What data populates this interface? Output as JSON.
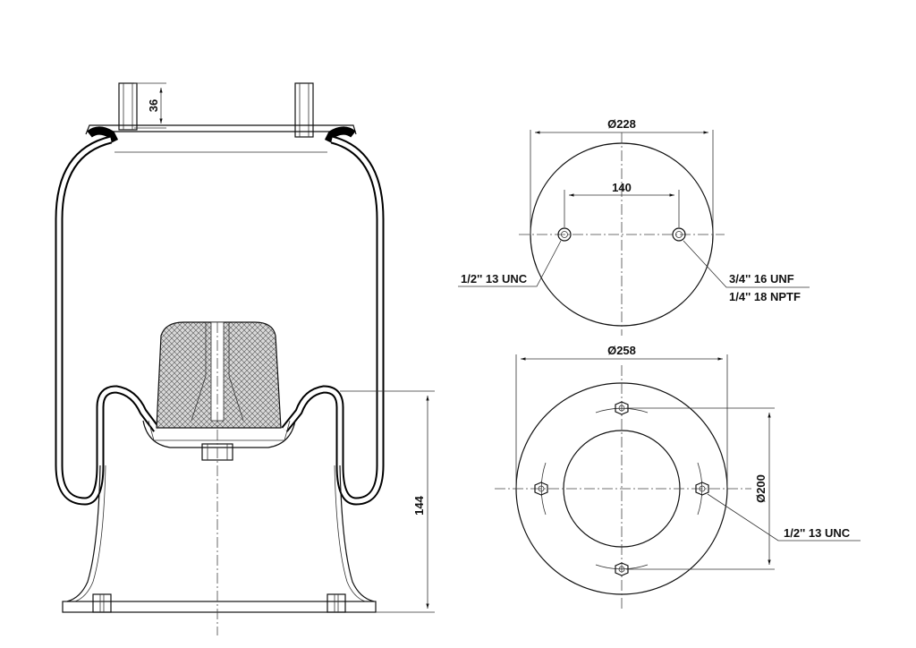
{
  "side_view": {
    "stud_height": "36",
    "piston_height": "144"
  },
  "top_plate": {
    "diameter": "Ø228",
    "stud_spacing": "140",
    "left_thread": "1/2'' 13 UNC",
    "right_thread_1": "3/4'' 16 UNF",
    "right_thread_2": "1/4'' 18 NPTF"
  },
  "bottom_plate": {
    "diameter": "Ø258",
    "bolt_circle": "Ø200",
    "thread": "1/2'' 13 UNC"
  }
}
